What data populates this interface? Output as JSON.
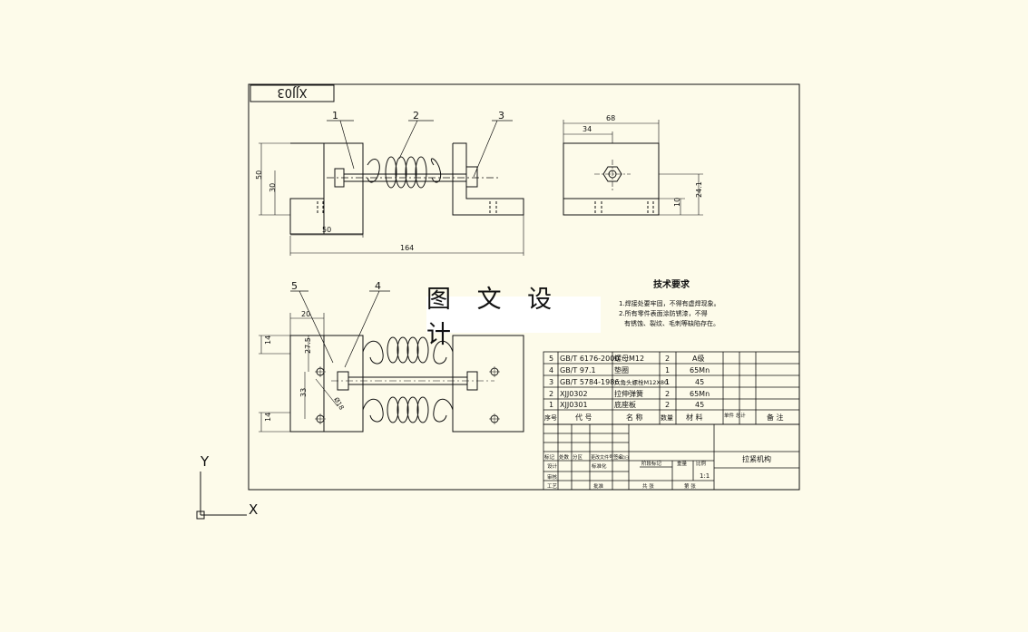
{
  "drawing": {
    "code": "XJJ03",
    "overlay_title": "图 文 设 计",
    "balloons": [
      "1",
      "2",
      "3",
      "4",
      "5"
    ],
    "front_view": {
      "width": "50",
      "height": "50",
      "inner": "30",
      "bottom": "50",
      "total": "164"
    },
    "side_view": {
      "width": "68",
      "half": "34",
      "h1": "24.1",
      "h2": "10"
    },
    "top_view": {
      "d1": "20",
      "d2": "14",
      "d3": "27.5",
      "d4": "33",
      "d5": "14",
      "dia": "Ø18"
    },
    "tech_title": "技术要求",
    "tech_lines": [
      "1.焊接处要牢固，不得有虚焊现象。",
      "2.所有零件表面涂防锈漆，不得",
      "有锈蚀、裂纹、毛刺等缺陷存在。"
    ]
  },
  "bom": {
    "rows": [
      {
        "no": "5",
        "code": "GB/T 6176-2000",
        "name": "螺母M12",
        "qty": "2",
        "material": "A级"
      },
      {
        "no": "4",
        "code": "GB/T 97.1",
        "name": "垫圈",
        "qty": "1",
        "material": "65Mn"
      },
      {
        "no": "3",
        "code": "GB/T 5784-1986",
        "name": "六角头螺栓M12X80",
        "qty": "1",
        "material": "45"
      },
      {
        "no": "2",
        "code": "XJJ0302",
        "name": "拉伸弹簧",
        "qty": "2",
        "material": "65Mn"
      },
      {
        "no": "1",
        "code": "XJJ0301",
        "name": "底座板",
        "qty": "2",
        "material": "45"
      }
    ],
    "header": {
      "no": "序号",
      "code": "代 号",
      "name": "名 称",
      "qty": "数量",
      "material": "材 料",
      "weight": "单件 总计",
      "note": "备 注"
    }
  },
  "title_block": {
    "part_name": "拉紧机构",
    "scale": "1:1",
    "labels": {
      "mark": "标记",
      "count": "处数",
      "zone": "分区",
      "change_no": "更改文件号",
      "sign": "签名",
      "date": "年月日",
      "designer": "设计",
      "standard": "标准化",
      "stage": "阶段标记",
      "weight": "重量",
      "scale_label": "比例",
      "review": "审核",
      "process": "工艺",
      "approve": "批准",
      "sheets": "共 张",
      "sheet": "第 张"
    }
  },
  "ucs": {
    "y": "Y",
    "x": "X"
  }
}
